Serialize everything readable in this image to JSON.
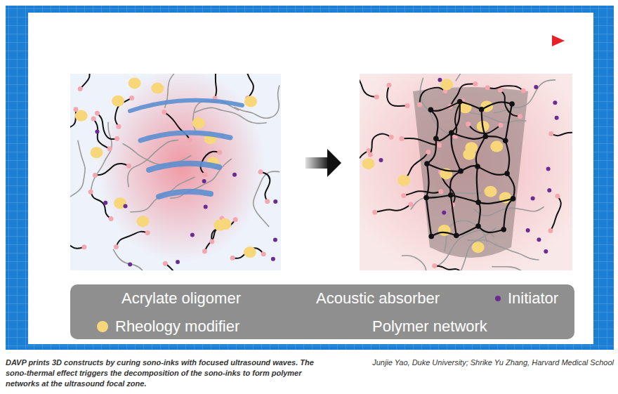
{
  "diagram": {
    "caption": "DAVP prints 3D constructs by curing sono-inks with focused ultrasound waves. The sono-thermal effect triggers the decomposition of the sono-inks to form polymer networks at the ultrasound focal zone.",
    "labels": [
      "Junjie Yao, Duke University; Shrike Yu Zhang, Harvard Medical School"
    ],
    "legend": [
      {
        "text": "Acrylate oligomer"
      },
      {
        "text": "Acoustic absorber"
      },
      {
        "text": "Initiator",
        "color": "#6a2c91"
      },
      {
        "text": "Rheology modifier",
        "color": "#f7d77a"
      },
      {
        "text": "Polymer network"
      }
    ]
  }
}
